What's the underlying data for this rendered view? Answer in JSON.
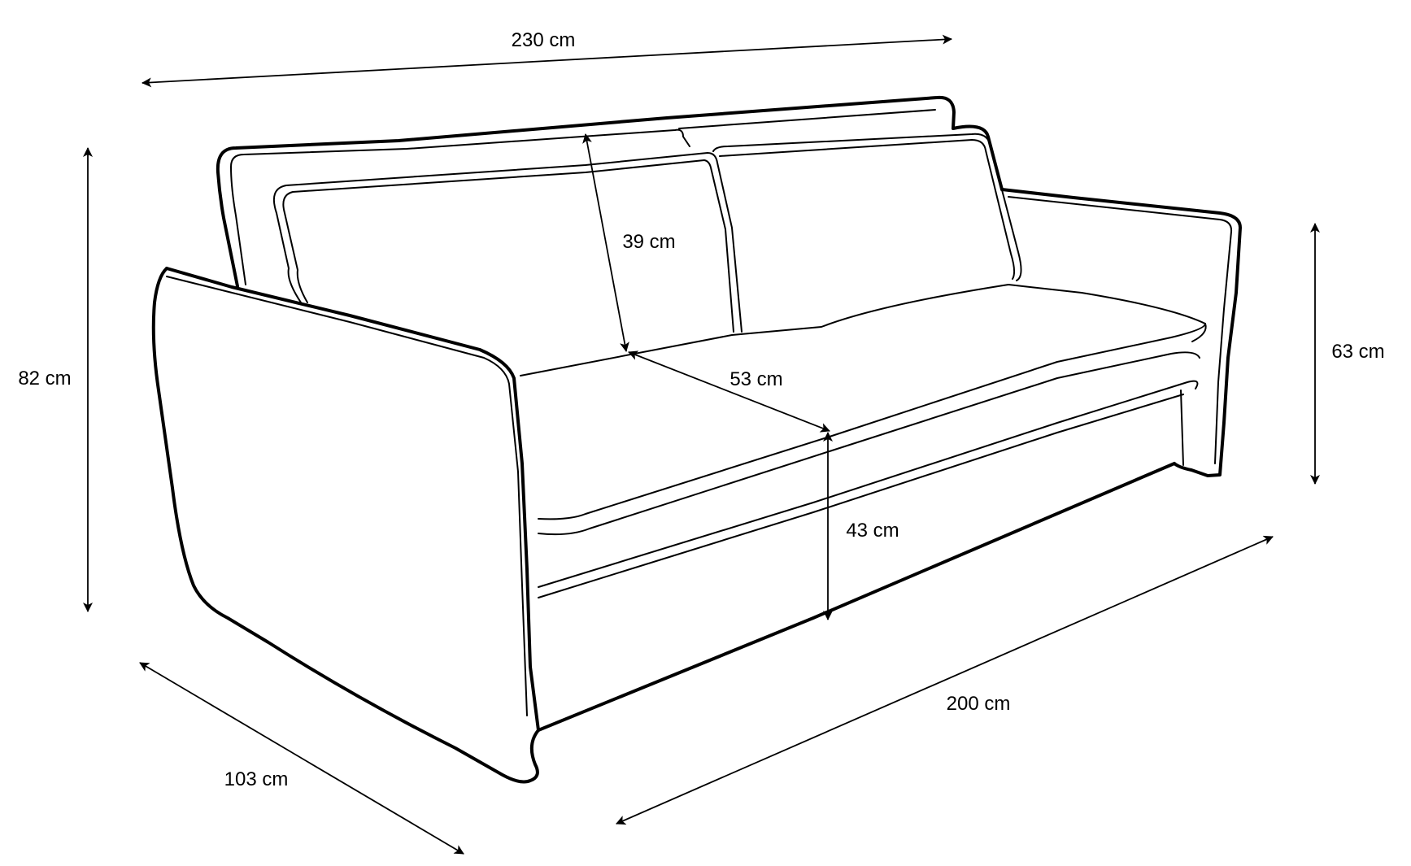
{
  "dimensions": {
    "overall_width": "230 cm",
    "overall_height": "82 cm",
    "arm_height": "63 cm",
    "depth": "103 cm",
    "inner_width": "200 cm",
    "backrest_height": "39 cm",
    "seat_depth": "53 cm",
    "seat_height": "43 cm"
  },
  "colors": {
    "stroke": "#000000",
    "background": "#ffffff"
  }
}
